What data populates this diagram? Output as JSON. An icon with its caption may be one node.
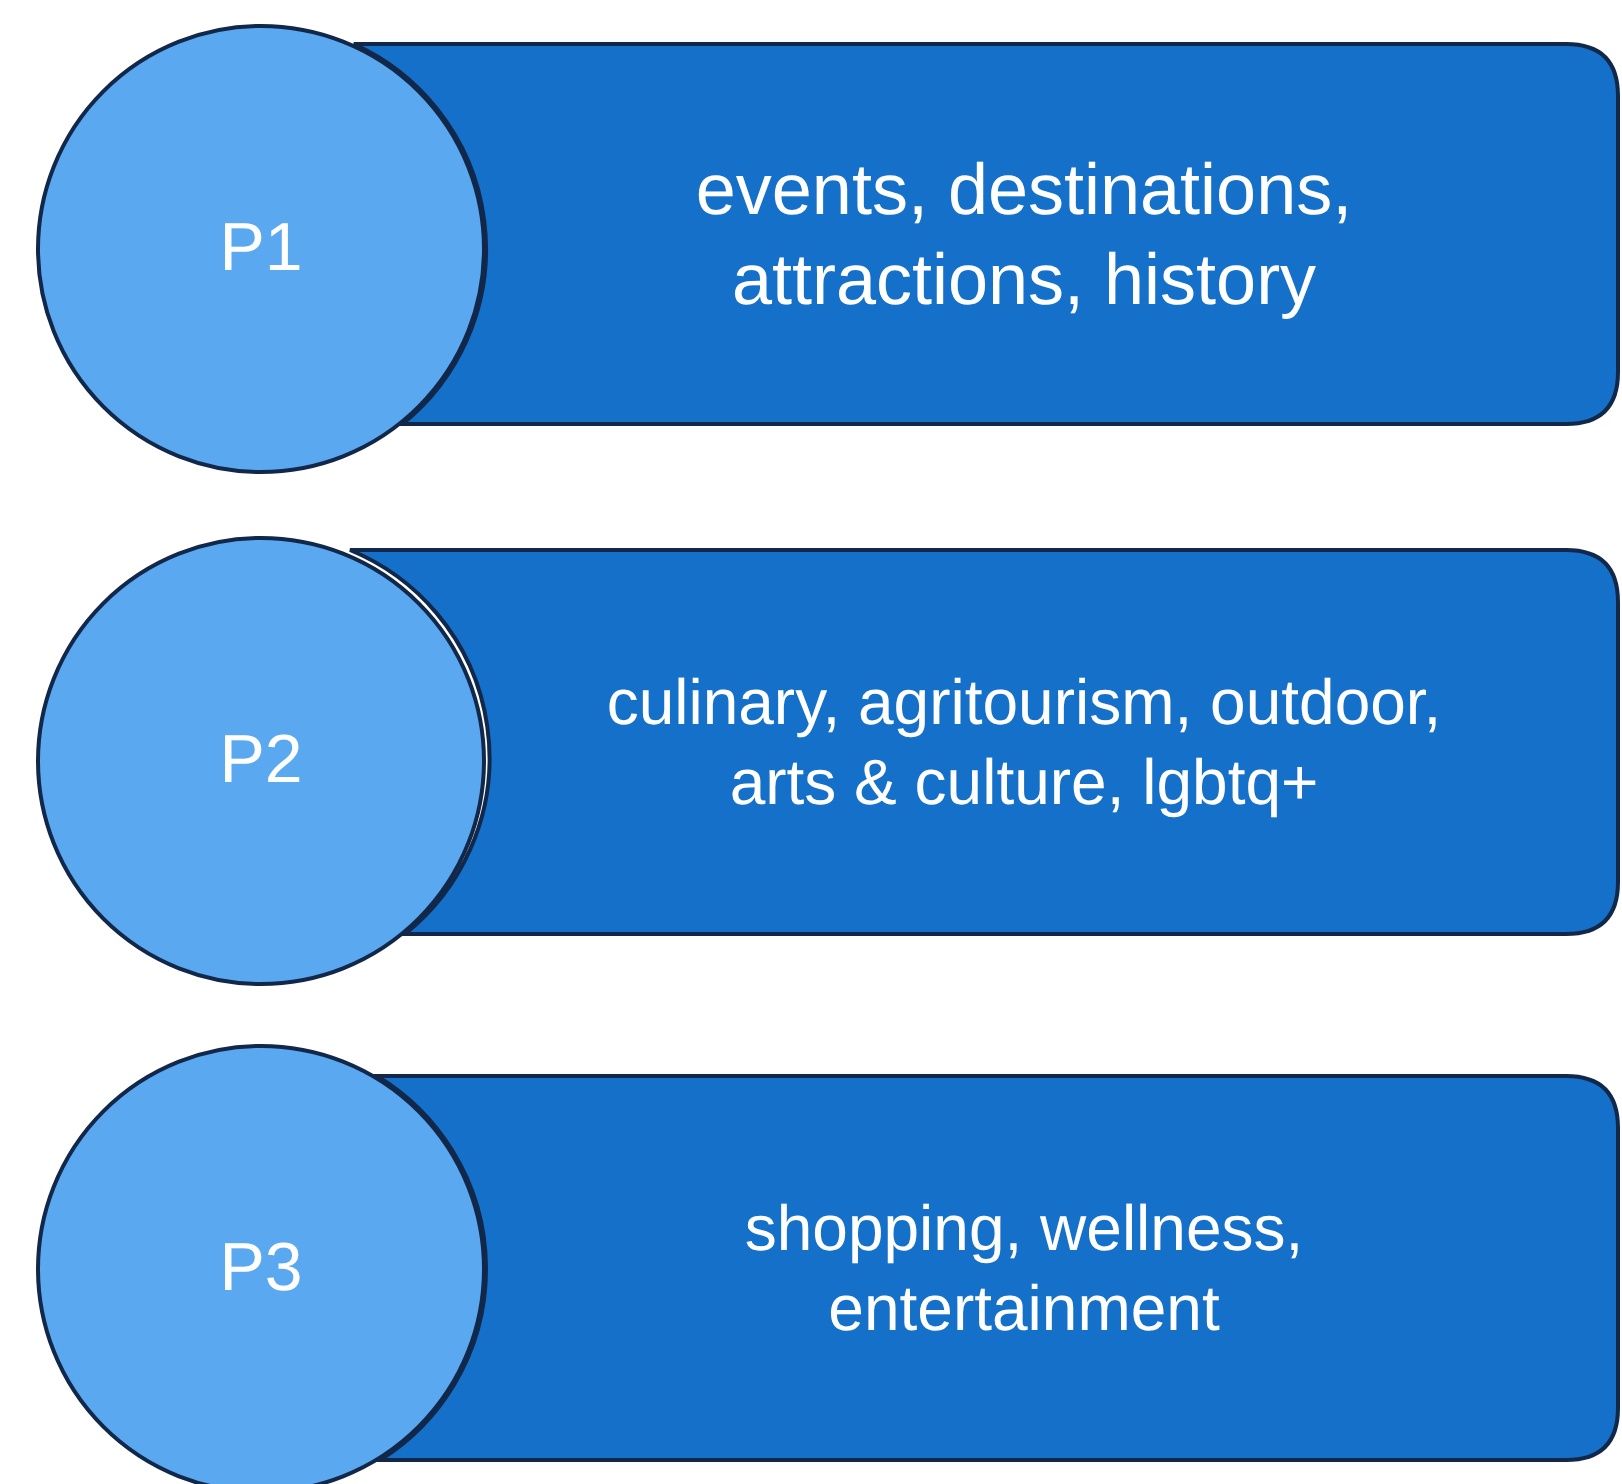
{
  "diagram": {
    "nodes": [
      {
        "text": [
          "P1"
        ]
      },
      {
        "text": [
          "events, destinations, attractions, history"
        ]
      },
      {
        "text": [
          "P2"
        ]
      },
      {
        "text": [
          "culinary, agritourism, outdoor, arts & culture, lgbtq+"
        ]
      },
      {
        "text": [
          "P3"
        ]
      },
      {
        "text": [
          "shopping, wellness, entertainment"
        ]
      }
    ]
  }
}
